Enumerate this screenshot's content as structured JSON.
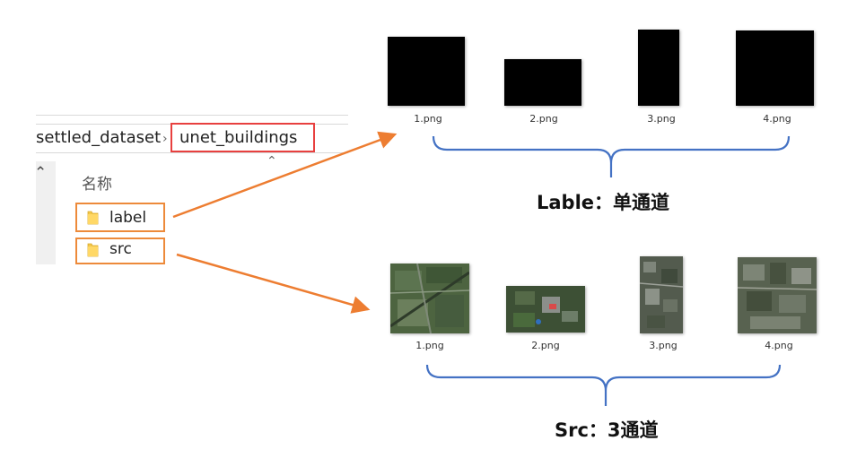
{
  "breadcrumb": {
    "parent": "settled_dataset",
    "current": "unet_buildings"
  },
  "column_header": "名称",
  "folders": [
    {
      "name": "label"
    },
    {
      "name": "src"
    }
  ],
  "label_group": {
    "files": [
      "1.png",
      "2.png",
      "3.png",
      "4.png"
    ],
    "caption": "Lable：单通道"
  },
  "src_group": {
    "files": [
      "1.png",
      "2.png",
      "3.png",
      "4.png"
    ],
    "caption": "Src：3通道"
  },
  "colors": {
    "highlight_red": "#e8403f",
    "highlight_orange": "#ed8a3a",
    "brace_blue": "#4472c4",
    "arrow_orange": "#ed7d31",
    "folder_yellow": "#f3c84b"
  }
}
